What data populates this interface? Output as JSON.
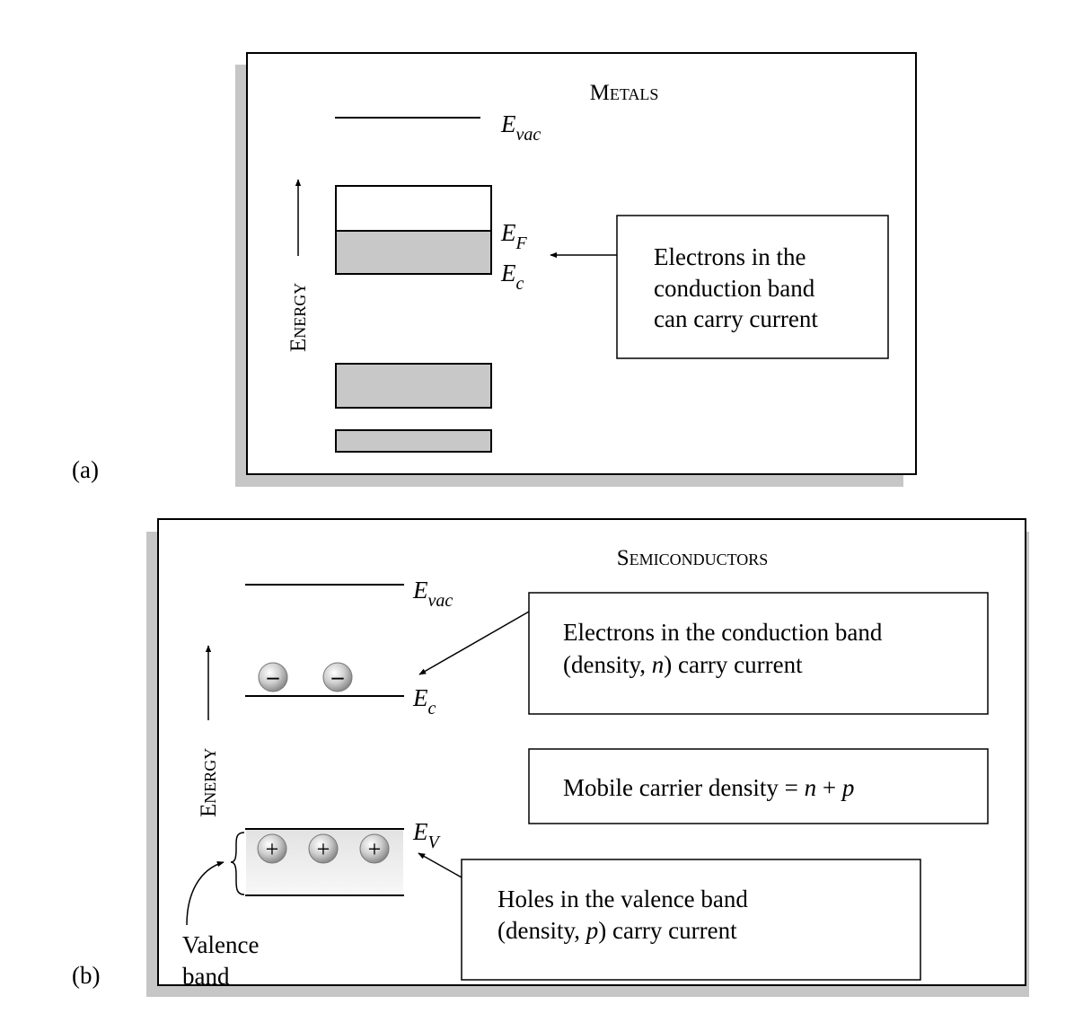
{
  "panel_a": {
    "label": "(a)",
    "title": "Metals",
    "axis_label": "Energy",
    "levels": {
      "vac": {
        "main": "E",
        "sub": "vac"
      },
      "fermi": {
        "main": "E",
        "sub": "F"
      },
      "conduction": {
        "main": "E",
        "sub": "c"
      }
    },
    "callout_lines": [
      "Electrons in the",
      "conduction band",
      "can carry current"
    ]
  },
  "panel_b": {
    "label": "(b)",
    "title": "Semiconductors",
    "axis_label": "Energy",
    "levels": {
      "vac": {
        "main": "E",
        "sub": "vac"
      },
      "conduction": {
        "main": "E",
        "sub": "c"
      },
      "valence": {
        "main": "E",
        "sub": "V"
      }
    },
    "electron_symbol": "–",
    "hole_symbol": "+",
    "callout_electrons": {
      "line1": "Electrons in the conduction band",
      "line2_pre": "(density, ",
      "line2_var": "n",
      "line2_post": ") carry current"
    },
    "callout_density": {
      "pre": "Mobile carrier density = ",
      "var1": "n",
      "mid": " + ",
      "var2": "p"
    },
    "callout_holes": {
      "line1": "Holes in the valence band",
      "line2_pre": "(density, ",
      "line2_var": "p",
      "line2_post": ") carry current"
    },
    "valence_band_label": [
      "Valence",
      "band"
    ]
  }
}
